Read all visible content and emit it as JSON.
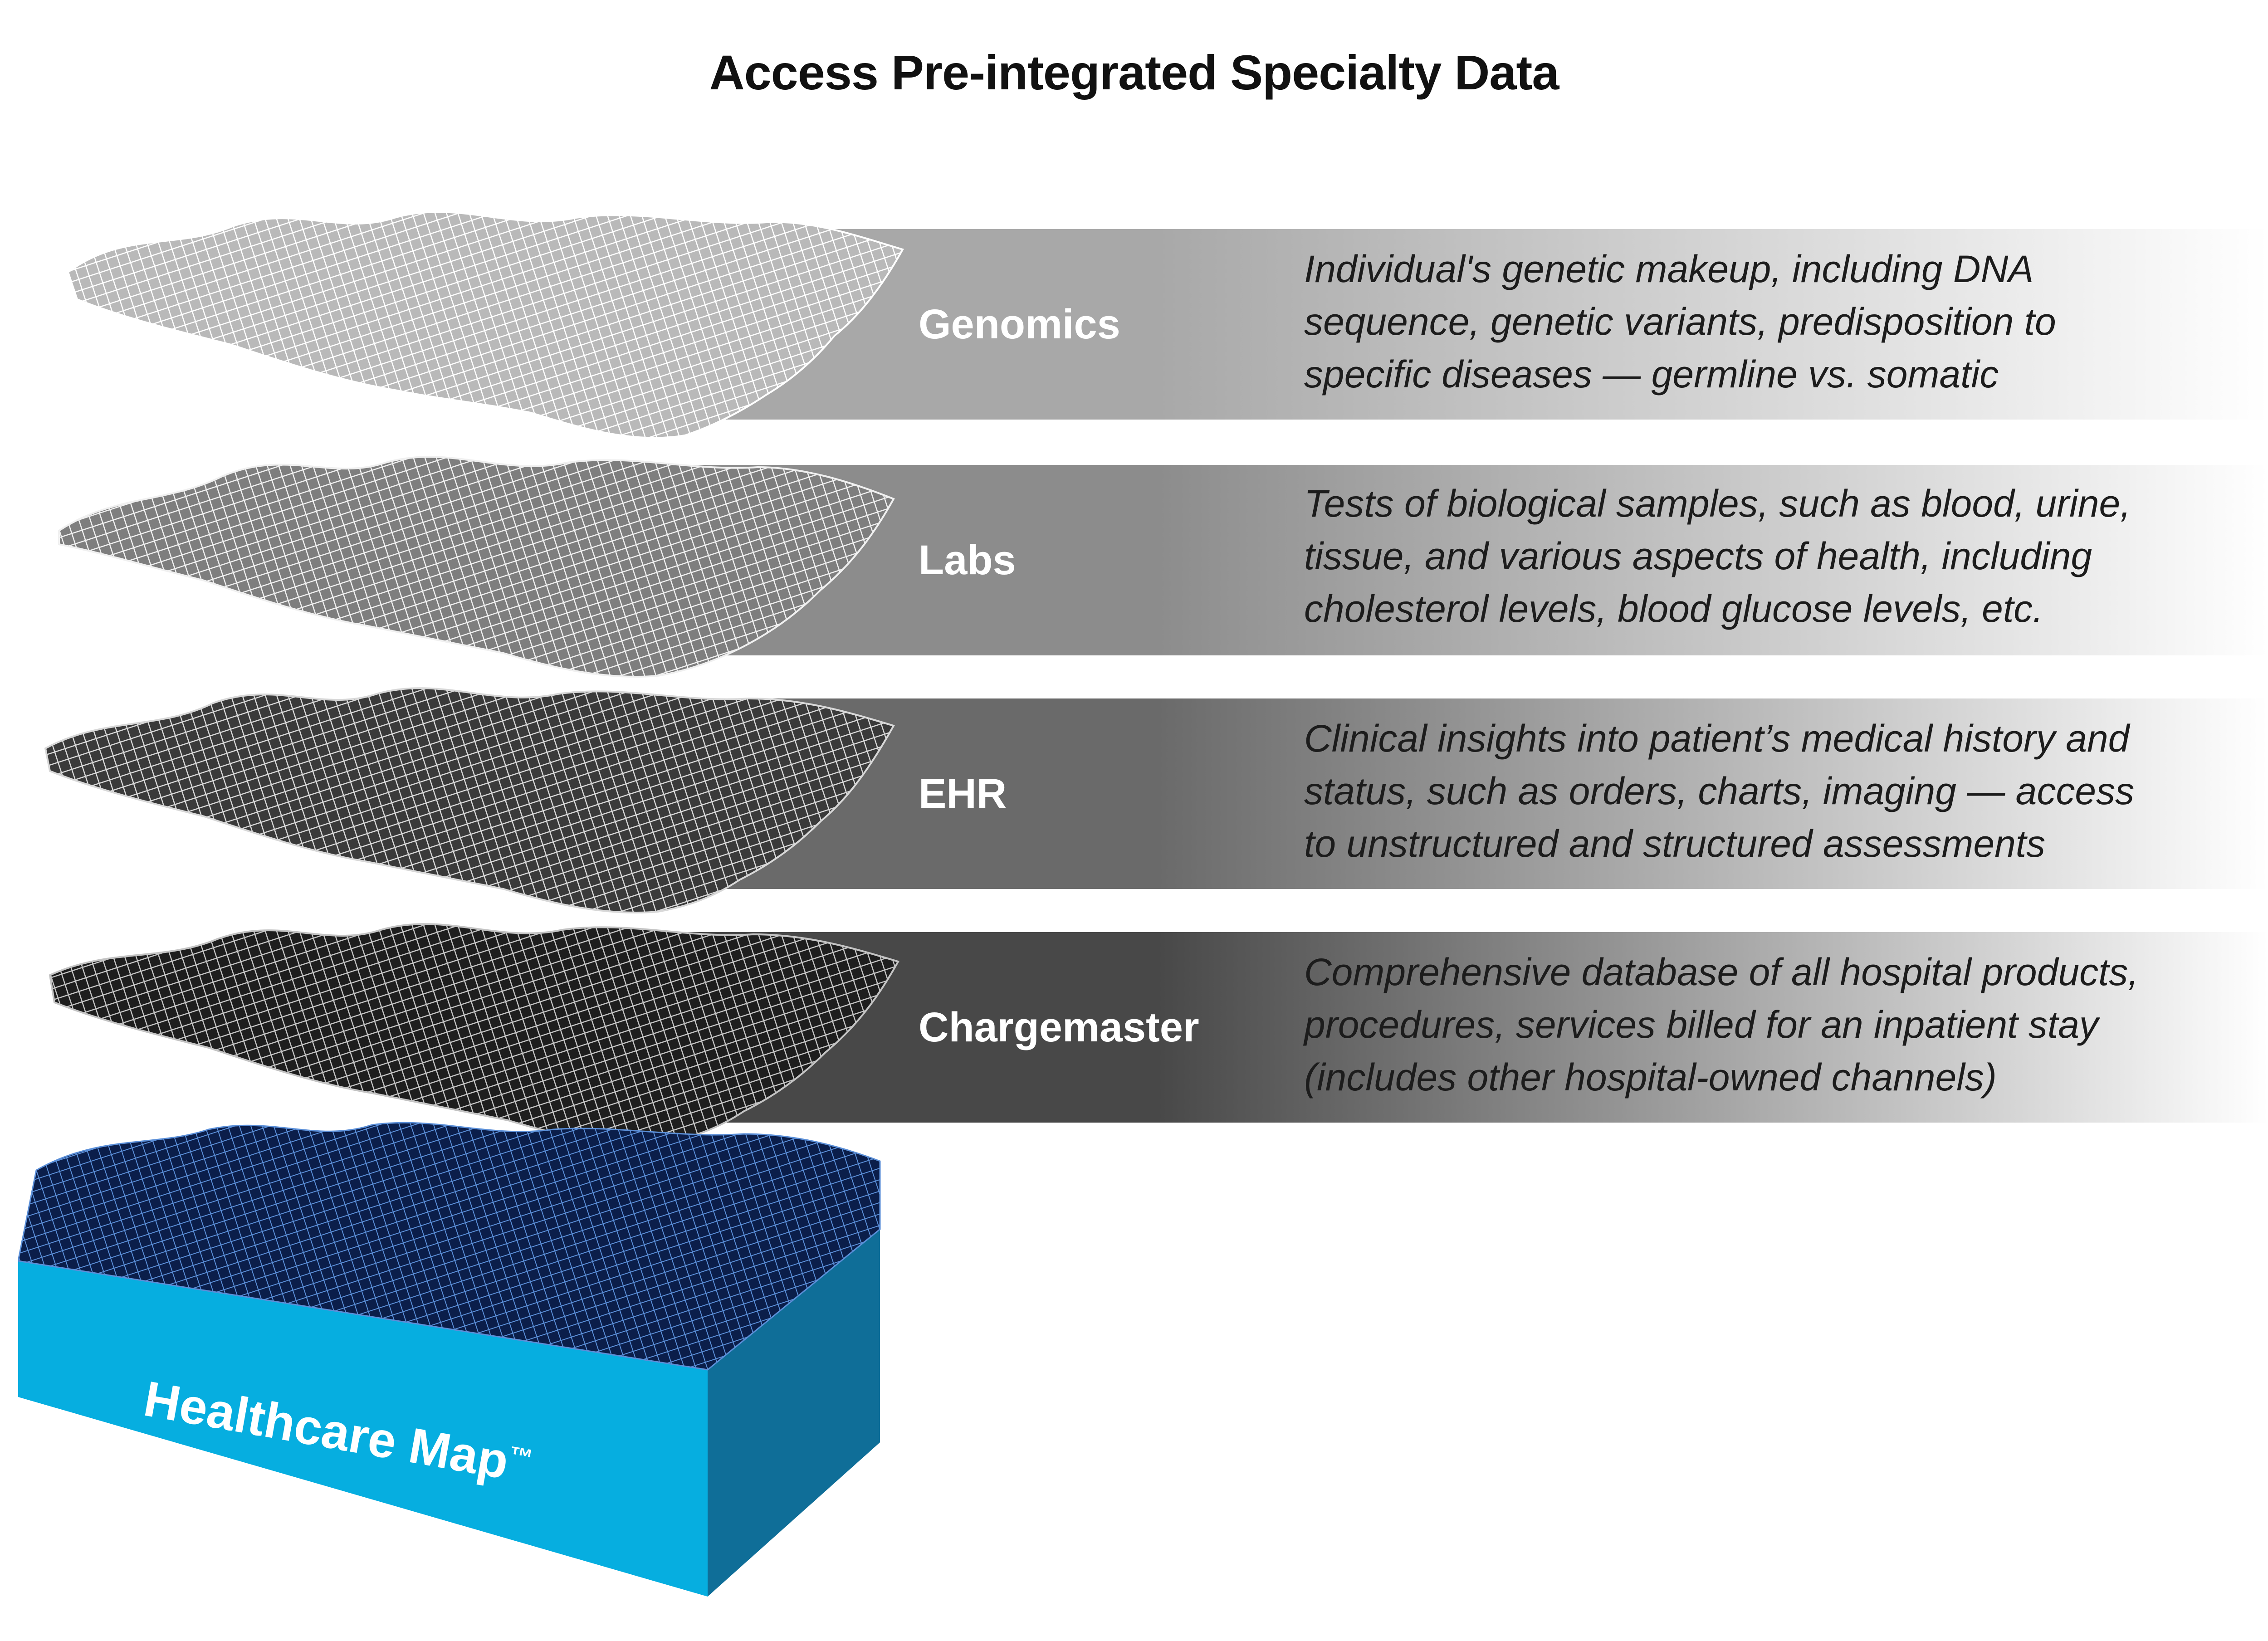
{
  "title": "Access Pre-integrated Specialty Data",
  "layers": [
    {
      "label": "Genomics",
      "description_lines": [
        "Individual's genetic makeup, including DNA",
        "sequence, genetic variants, predisposition to",
        "specific diseases — germline vs. somatic"
      ],
      "band_color": "#a8a8a8",
      "mesh_color": "#ffffff",
      "fill_color": "#9a9a9a"
    },
    {
      "label": "Labs",
      "description_lines": [
        "Tests of biological samples, such as blood, urine,",
        "tissue, and various aspects of health, including",
        "cholesterol levels, blood glucose levels, etc."
      ],
      "band_color": "#8e8e8e",
      "mesh_color": "#f0f0f0",
      "fill_color": "#6e6e6e"
    },
    {
      "label": "EHR",
      "description_lines": [
        "Clinical insights into patient’s medical history and",
        "status, such as orders, charts, imaging — access",
        "to unstructured and structured assessments"
      ],
      "band_color": "#6c6c6c",
      "mesh_color": "#d8d8d8",
      "fill_color": "#3a3a3a"
    },
    {
      "label": "Chargemaster",
      "description_lines": [
        "Comprehensive database of all hospital products,",
        "procedures, services billed for an inpatient stay",
        "(includes other hospital-owned channels)"
      ],
      "band_color": "#4a4a4a",
      "mesh_color": "#c4c4c4",
      "fill_color": "#1e1e1e"
    }
  ],
  "base": {
    "label": "Healthcare Map",
    "trademark": "™",
    "colors": {
      "top": "#0b1e4a",
      "mesh": "#5b8fd8",
      "front": "#06aee0",
      "side": "#0f6e98"
    }
  }
}
